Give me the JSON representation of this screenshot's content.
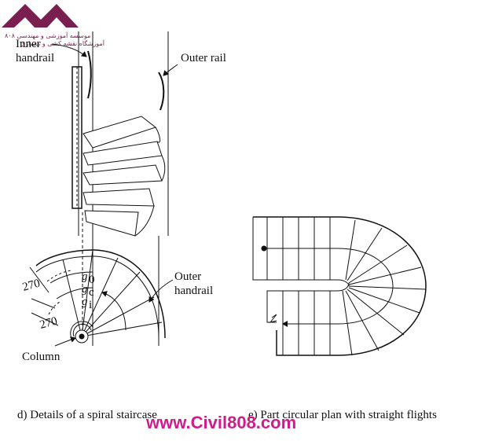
{
  "logo": {
    "text_line1": "موسسه آموزشی و مهندسی ۸۰۸",
    "text_line2": "آموزشگاه نقشه کشی و معماری",
    "color": "#7a1f4f"
  },
  "labels": {
    "inner_handrail_1": "Inner",
    "inner_handrail_2": "handrail",
    "outer_rail": "Outer rail",
    "outer_handrail_1": "Outer",
    "outer_handrail_2": "handrail",
    "column": "Column",
    "dim_270_top": "270",
    "dim_270_bottom": "270",
    "g0": "g",
    "g0_sub": "0",
    "gc": "g",
    "gc_sub": "c",
    "gi": "g",
    "gi_sub": "i"
  },
  "captions": {
    "left": "d) Details of a spiral staircase",
    "right": "e) Part circular plan with straight flights"
  },
  "watermark": {
    "text": "www.Civil808.com",
    "color": "#d01b8c"
  }
}
